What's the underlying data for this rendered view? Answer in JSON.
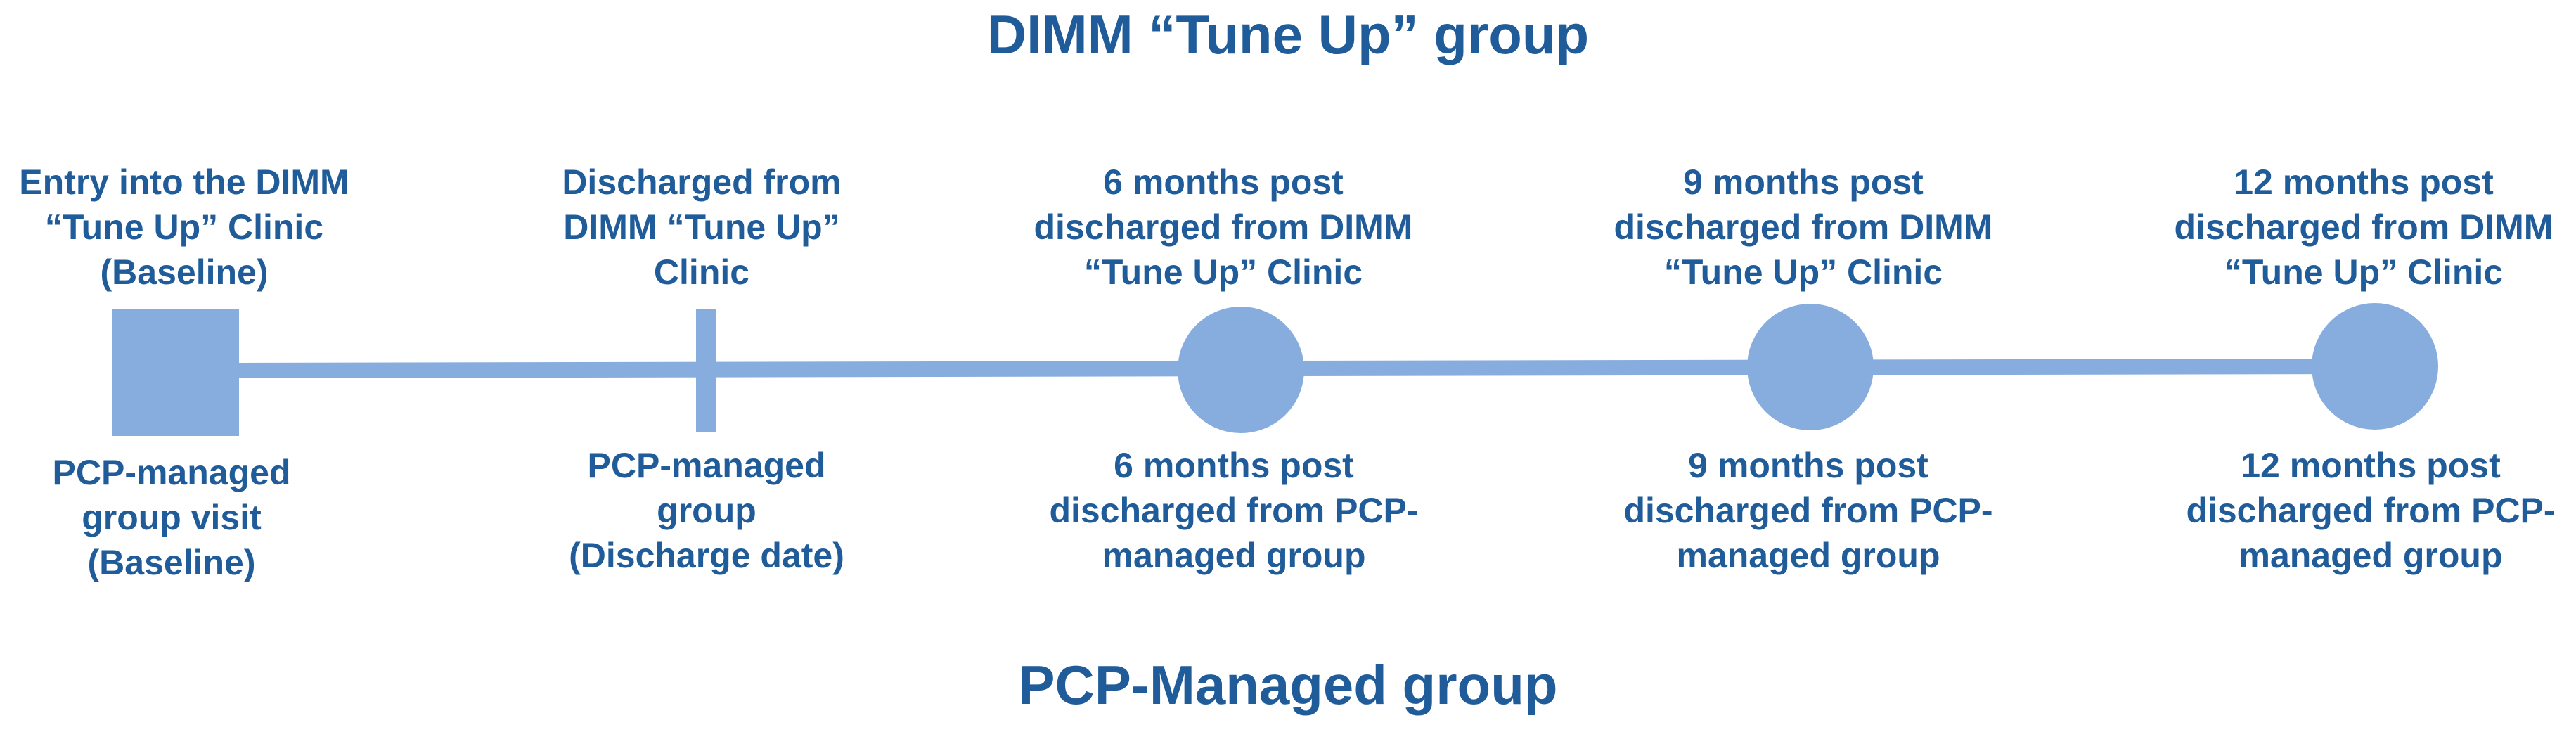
{
  "title_top": "DIMM “Tune Up” group",
  "title_bottom": "PCP-Managed group",
  "colors": {
    "text": "#1F5C99",
    "timeline": "#87ACDE"
  },
  "milestones": [
    {
      "marker": "square",
      "top": [
        "Entry into the DIMM",
        "“Tune Up” Clinic",
        "(Baseline)"
      ],
      "bottom": [
        "PCP-managed",
        "group visit",
        "(Baseline)"
      ]
    },
    {
      "marker": "tick",
      "top": [
        "Discharged from",
        "DIMM “Tune Up”",
        "Clinic"
      ],
      "bottom": [
        "PCP-managed",
        "group",
        "(Discharge date)"
      ]
    },
    {
      "marker": "circle",
      "top": [
        "6 months post",
        "discharged from DIMM",
        "“Tune Up” Clinic"
      ],
      "bottom": [
        "6 months post",
        "discharged from PCP-",
        "managed group"
      ]
    },
    {
      "marker": "circle",
      "top": [
        "9 months post",
        "discharged from DIMM",
        "“Tune Up” Clinic"
      ],
      "bottom": [
        "9 months post",
        "discharged from PCP-",
        "managed group"
      ]
    },
    {
      "marker": "circle",
      "top": [
        "12 months post",
        "discharged from DIMM",
        "“Tune Up” Clinic"
      ],
      "bottom": [
        "12 months post",
        "discharged from PCP-",
        "managed group"
      ]
    }
  ]
}
